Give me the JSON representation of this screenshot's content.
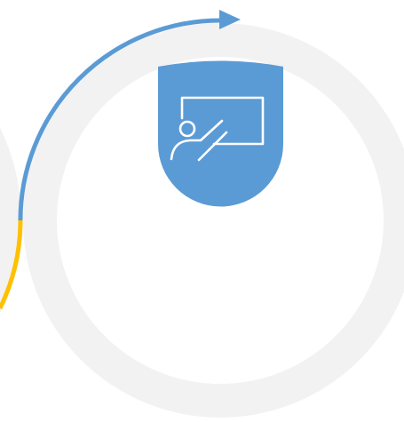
{
  "diagram": {
    "type": "process-cycle-step",
    "shapes": {
      "previous_ring": {
        "color": "#F2F2F2",
        "partially_visible": true
      },
      "current_ring": {
        "color": "#F2F2F2",
        "fill": "#FFFFFF"
      },
      "connector_arrow": {
        "segments": [
          {
            "name": "upper",
            "color": "#5B9BD5"
          },
          {
            "name": "lower",
            "color": "#FFC000"
          }
        ],
        "arrowhead": true
      },
      "icon_badge": {
        "shape": "shield-tab",
        "color": "#5B9BD5",
        "icon": "presentation-board-icon",
        "icon_color": "#FFFFFF"
      }
    }
  }
}
